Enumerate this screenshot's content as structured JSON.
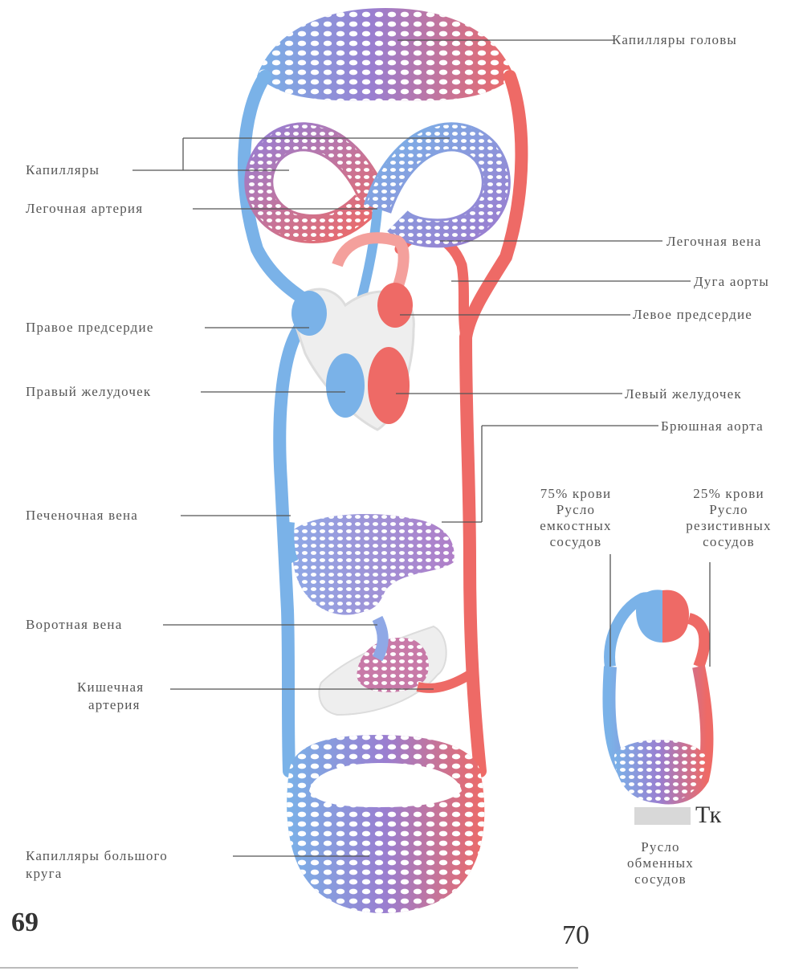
{
  "figure69": {
    "number": "69",
    "labels": {
      "head_capillaries": "Капилляры головы",
      "capillaries": "Капилляры",
      "pulmonary_artery": "Легочная артерия",
      "pulmonary_vein": "Легочная вена",
      "aortic_arch": "Дуга аорты",
      "left_atrium": "Левое предсердие",
      "right_atrium": "Правое предсердие",
      "right_ventricle": "Правый желудочек",
      "left_ventricle": "Левый желудочек",
      "abdominal_aorta": "Брюшная аорта",
      "hepatic_vein": "Печеночная вена",
      "portal_vein": "Воротная вена",
      "intestinal_artery_1": "Кишечная",
      "intestinal_artery_2": "артерия",
      "systemic_capillaries_1": "Капилляры большого",
      "systemic_capillaries_2": "круга"
    }
  },
  "figure70": {
    "number": "70",
    "capacitive": {
      "line1": "75% крови",
      "line2": "Русло",
      "line3": "емкостных",
      "line4": "сосудов"
    },
    "resistive": {
      "line1": "25% крови",
      "line2": "Русло",
      "line3": "резистивных",
      "line4": "сосудов"
    },
    "exchange": {
      "line1": "Русло",
      "line2": "обменных",
      "line3": "сосудов"
    },
    "tk_label": "Тк"
  },
  "colors": {
    "venous": "#7ab2e8",
    "arterial": "#ee6a66",
    "mixed": "#9a7ed0",
    "leader_line": "#555555"
  }
}
